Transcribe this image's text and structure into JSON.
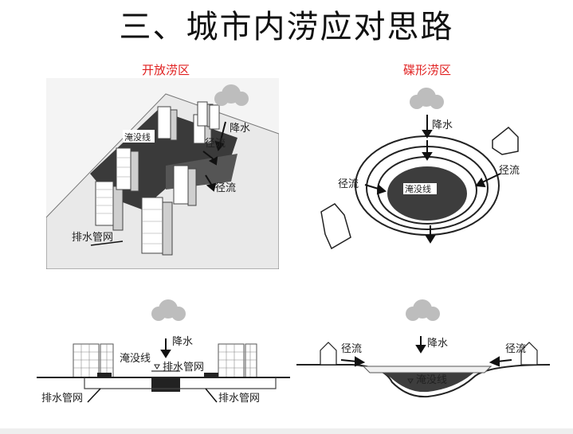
{
  "slide": {
    "title": "三、城市内涝应对思路",
    "open": {
      "heading": "开放涝区",
      "rain": "降水",
      "runoff1": "径流",
      "runoff2": "径流",
      "flood_line": "淹没线",
      "drain": "排水管网"
    },
    "dish": {
      "heading": "碟形涝区",
      "rain": "降水",
      "runoff_left": "径流",
      "runoff_right": "径流",
      "flood_line": "淹没线"
    },
    "open_section": {
      "rain": "降水",
      "flood_line": "淹没线",
      "drain_center": "排水管网",
      "drain_left": "排水管网",
      "drain_right": "排水管网"
    },
    "dish_section": {
      "rain": "降水",
      "runoff_left": "径流",
      "runoff_right": "径流",
      "flood_line": "淹没线"
    }
  }
}
